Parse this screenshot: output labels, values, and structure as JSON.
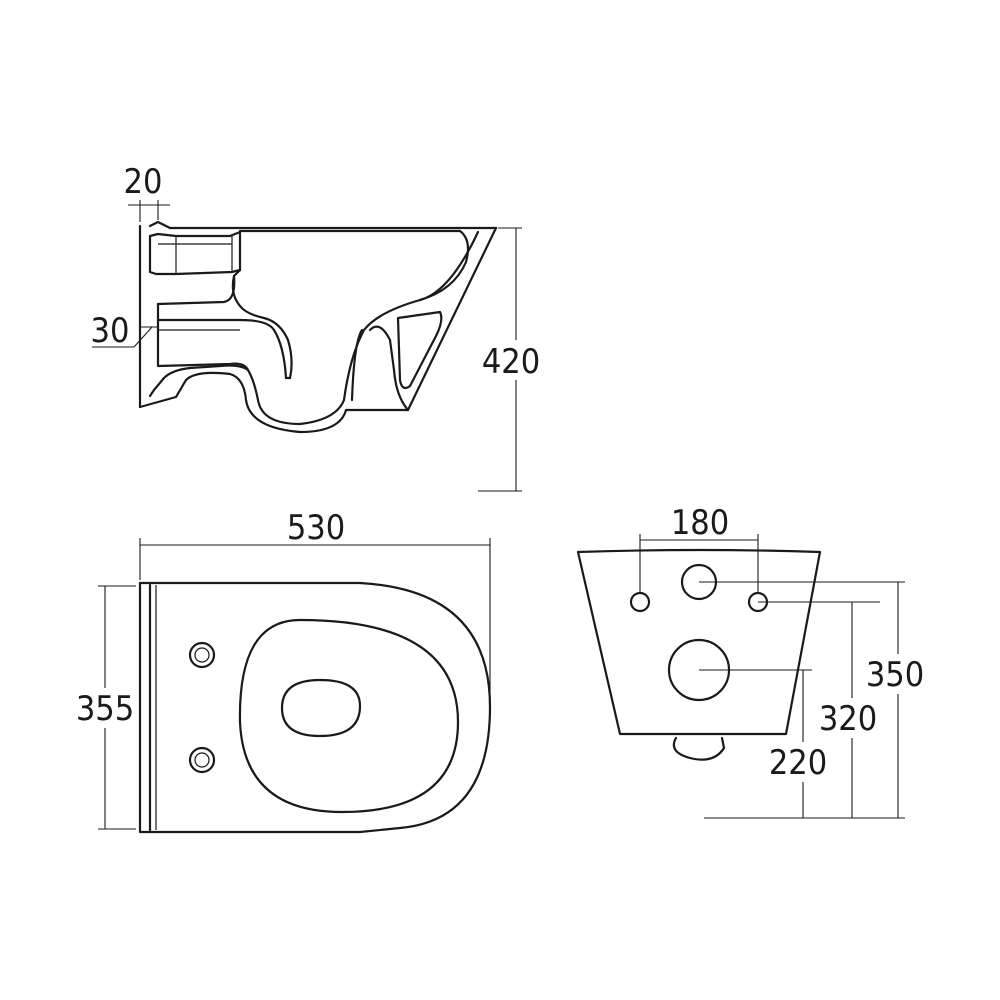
{
  "dimensions": {
    "side_wall_offset": "20",
    "side_inlet_offset": "30",
    "height": "420",
    "length": "530",
    "width": "355",
    "bolt_spacing": "180",
    "height_350": "350",
    "height_320": "320",
    "height_220": "220"
  }
}
